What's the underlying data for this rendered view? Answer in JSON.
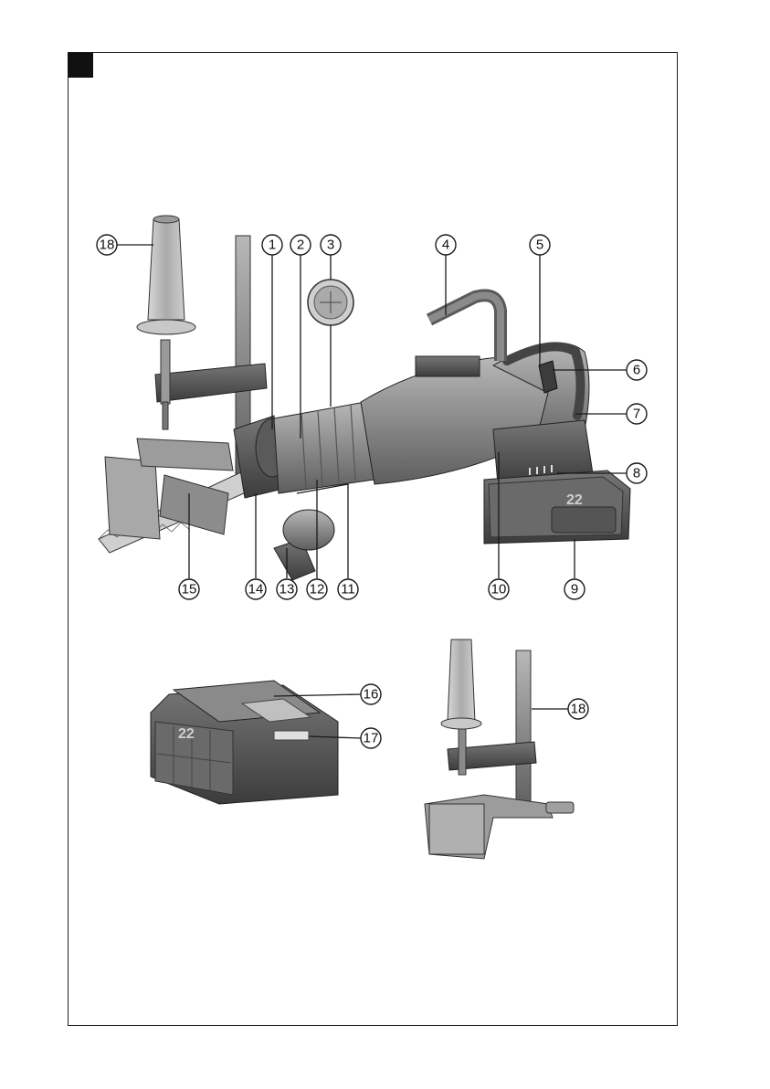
{
  "page_marker": {
    "color": "#111111"
  },
  "callouts": {
    "c1": "1",
    "c2": "2",
    "c3": "3",
    "c4": "4",
    "c5": "5",
    "c6": "6",
    "c7": "7",
    "c8": "8",
    "c9": "9",
    "c10": "10",
    "c11": "11",
    "c12": "12",
    "c13": "13",
    "c14": "14",
    "c15": "15",
    "c16": "16",
    "c17": "17",
    "c18_top": "18",
    "c18_bottom": "18"
  },
  "battery_label": "22",
  "colors": {
    "tool_body": "#8c8c8c",
    "tool_dark": "#4a4a4a",
    "tool_light": "#b4b4b4",
    "outline": "#1a1a1a"
  }
}
